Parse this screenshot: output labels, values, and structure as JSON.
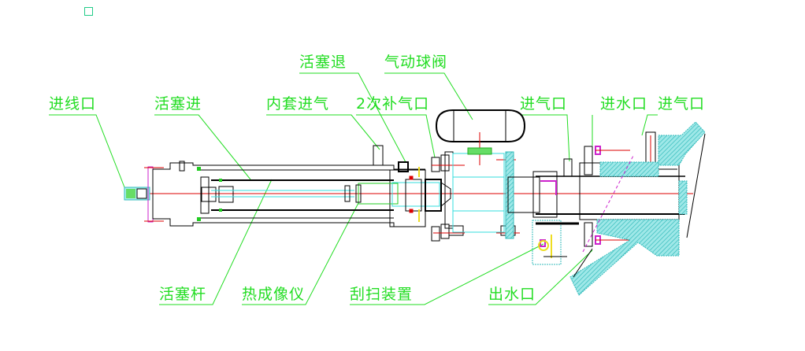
{
  "drawing": {
    "title": "Thermal imager cylinder assembly (CAD section view)",
    "colors": {
      "label": "#22dd22",
      "outline": "#000000",
      "centerline": "#dd0000",
      "hatch": "#33cccc",
      "aux_cyan": "#33dddd",
      "magenta": "#cc22cc",
      "yellow": "#eedd22"
    }
  },
  "labels": {
    "wire_inlet": "进线口",
    "piston_advance": "活塞进",
    "inner_sleeve_air_inlet": "内套进气",
    "piston_retract": "活塞退",
    "secondary_air_supply_port": "2次补气口",
    "pneumatic_ball_valve": "气动球阀",
    "air_inlet_1": "进气口",
    "water_inlet": "进水口",
    "air_inlet_2": "进气口",
    "piston_rod": "活塞杆",
    "thermal_imager": "热成像仪",
    "scraper_device": "刮扫装置",
    "water_outlet": "出水口"
  }
}
